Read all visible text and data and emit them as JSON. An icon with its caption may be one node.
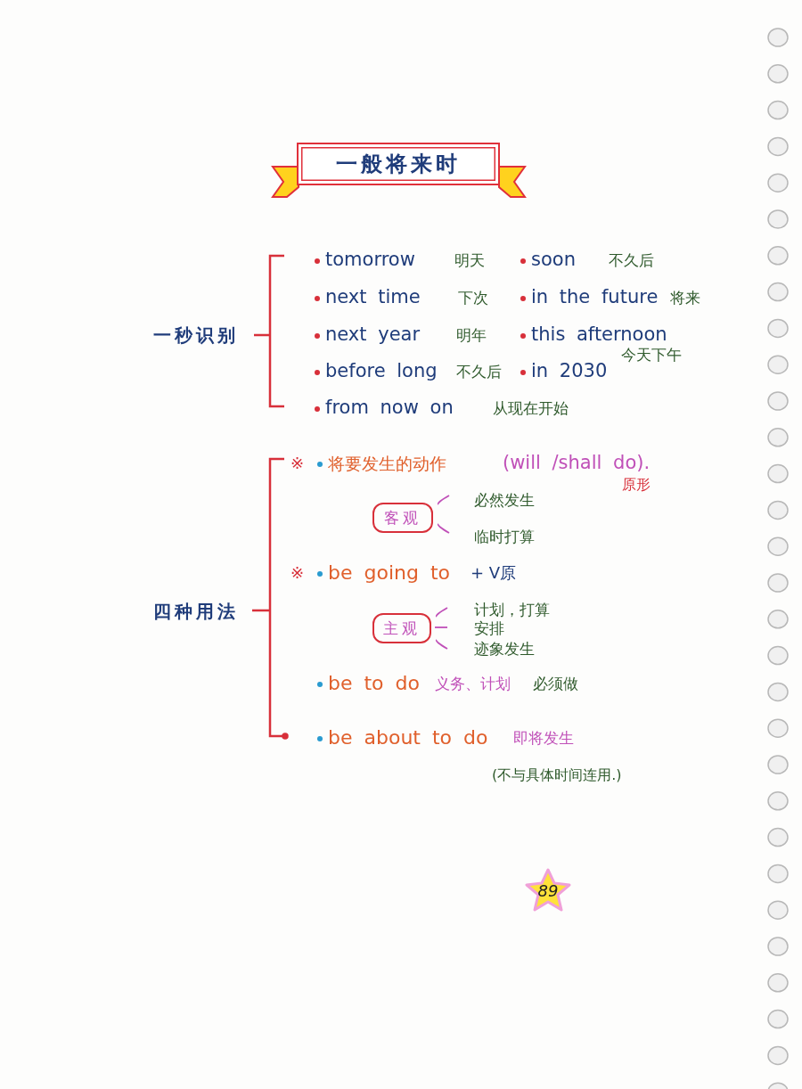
{
  "diagram": {
    "nodes": [
      {
        "text": [
          "一般将来时"
        ]
      },
      {
        "text": [
          "一秒识别"
        ]
      },
      {
        "text": [
          "四种用法"
        ]
      },
      {
        "text": [
          "客观"
        ]
      },
      {
        "text": [
          "主观"
        ]
      },
      {
        "text": [
          "89"
        ]
      }
    ],
    "labels": [
      "tomorrow",
      "明天",
      "soon",
      "不久后",
      "next time",
      "下次",
      "in the future",
      "将来",
      "next year",
      "明年",
      "this afternoon",
      "今天下午",
      "before long",
      "不久后",
      "in 2030",
      "from now on",
      "从现在开始",
      "※",
      "将要发生的动作",
      "(will /shall do).",
      "原形",
      "必然发生",
      "临时打算",
      "※",
      "be going to",
      "+ V原",
      "计划，打算",
      "安排",
      "迹象发生",
      "be to do",
      "义务、计划",
      "必须做",
      "be about to do",
      "即将发生",
      "(不与具体时间连用.)"
    ]
  }
}
